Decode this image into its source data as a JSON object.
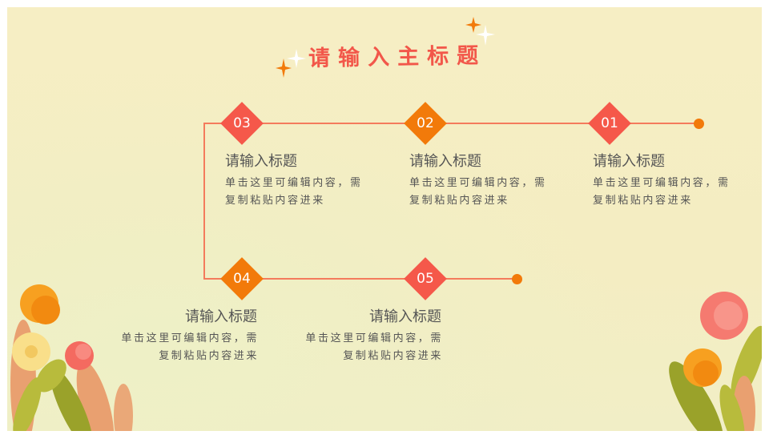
{
  "title": "请输入主标题",
  "colors": {
    "red": "#f5584a",
    "orange": "#f27a0a",
    "line": "#f47b5c"
  },
  "items": [
    {
      "num": "01",
      "title": "请输入标题",
      "desc1": "单击这里可编辑内容，需",
      "desc2": "复制粘贴内容进来"
    },
    {
      "num": "02",
      "title": "请输入标题",
      "desc1": "单击这里可编辑内容，需",
      "desc2": "复制粘贴内容进来"
    },
    {
      "num": "03",
      "title": "请输入标题",
      "desc1": "单击这里可编辑内容，需",
      "desc2": "复制粘贴内容进来"
    },
    {
      "num": "04",
      "title": "请输入标题",
      "desc1": "单击这里可编辑内容，需",
      "desc2": "复制粘贴内容进来"
    },
    {
      "num": "05",
      "title": "请输入标题",
      "desc1": "单击这里可编辑内容，需",
      "desc2": "复制粘贴内容进来"
    }
  ]
}
